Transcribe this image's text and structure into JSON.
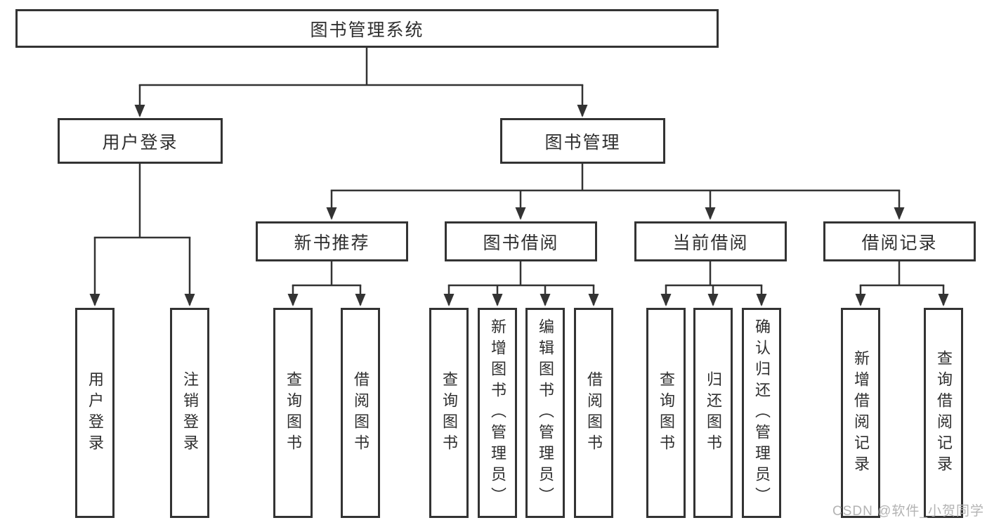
{
  "tree": {
    "label": "图书管理系统",
    "children": [
      {
        "label": "用户登录",
        "children": [
          {
            "label": "用户登录"
          },
          {
            "label": "注销登录"
          }
        ]
      },
      {
        "label": "图书管理",
        "children": [
          {
            "label": "新书推荐",
            "children": [
              {
                "label": "查询图书"
              },
              {
                "label": "借阅图书"
              }
            ]
          },
          {
            "label": "图书借阅",
            "children": [
              {
                "label": "查询图书"
              },
              {
                "label": "新增图书（管理员）"
              },
              {
                "label": "编辑图书（管理员）"
              },
              {
                "label": "借阅图书"
              }
            ]
          },
          {
            "label": "当前借阅",
            "children": [
              {
                "label": "查询图书"
              },
              {
                "label": "归还图书"
              },
              {
                "label": "确认归还（管理员）"
              }
            ]
          },
          {
            "label": "借阅记录",
            "children": [
              {
                "label": "新增借阅记录"
              },
              {
                "label": "查询借阅记录"
              }
            ]
          }
        ]
      }
    ]
  },
  "watermark": "CSDN @软件_小贺同学",
  "colors": {
    "line": "#333333",
    "box_border": "#333333",
    "box_fill": "#ffffff",
    "text": "#2f2f2f",
    "watermark": "#b3b3b3",
    "background": "#ffffff"
  }
}
